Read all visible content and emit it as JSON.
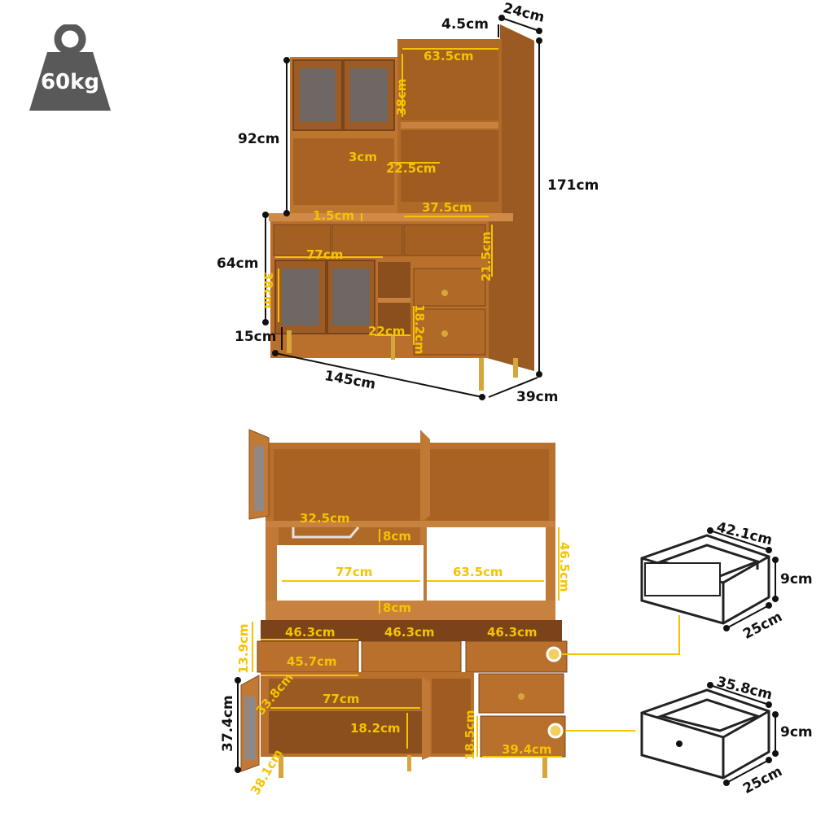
{
  "weight": {
    "value": "60kg",
    "icon": "weight-icon"
  },
  "colors": {
    "wood": "#b8702c",
    "wood_dark": "#8a4f1c",
    "accent": "#f4c400",
    "gold": "#d7a63a",
    "badge": "#595959"
  },
  "top_view": {
    "depth_top": "4.5cm",
    "depth_top2": "24cm",
    "upper_width": "63.5cm",
    "upper_height_inner": "38cm",
    "upper_height": "92cm",
    "rod_gap": "3cm",
    "shelf_width": "22.5cm",
    "total_height": "171cm",
    "mid_shelf": "37.5cm",
    "counter_thick": "1.5cm",
    "drawer_h": "21.5cm",
    "lower_height": "64cm",
    "lower_width": "77cm",
    "door_h": "38cm",
    "leg_height": "15cm",
    "niche_width": "22cm",
    "niche_height": "18.2cm",
    "total_width": "145cm",
    "total_depth": "39cm"
  },
  "open_view": {
    "rod_width": "32.5cm",
    "rod_gap": "8cm",
    "upper_height": "46.5cm",
    "left_width": "77cm",
    "right_width": "63.5cm",
    "counter_gap": "8cm",
    "drawer_h": "13.9cm",
    "drawer_w1": "46.3cm",
    "drawer_w2": "46.3cm",
    "drawer_w3": "46.3cm",
    "drawer_inner": "45.7cm",
    "door_depth": "33.8cm",
    "lower_width": "77cm",
    "lower_height": "37.4cm",
    "shelf_h": "18.2cm",
    "right_drawer_h": "18.5cm",
    "right_drawer_w": "39.4cm",
    "door_width": "38.1cm"
  },
  "drawer_top": {
    "width": "42.1cm",
    "height": "9cm",
    "depth": "25cm"
  },
  "drawer_bottom": {
    "width": "35.8cm",
    "height": "9cm",
    "depth": "25cm"
  }
}
